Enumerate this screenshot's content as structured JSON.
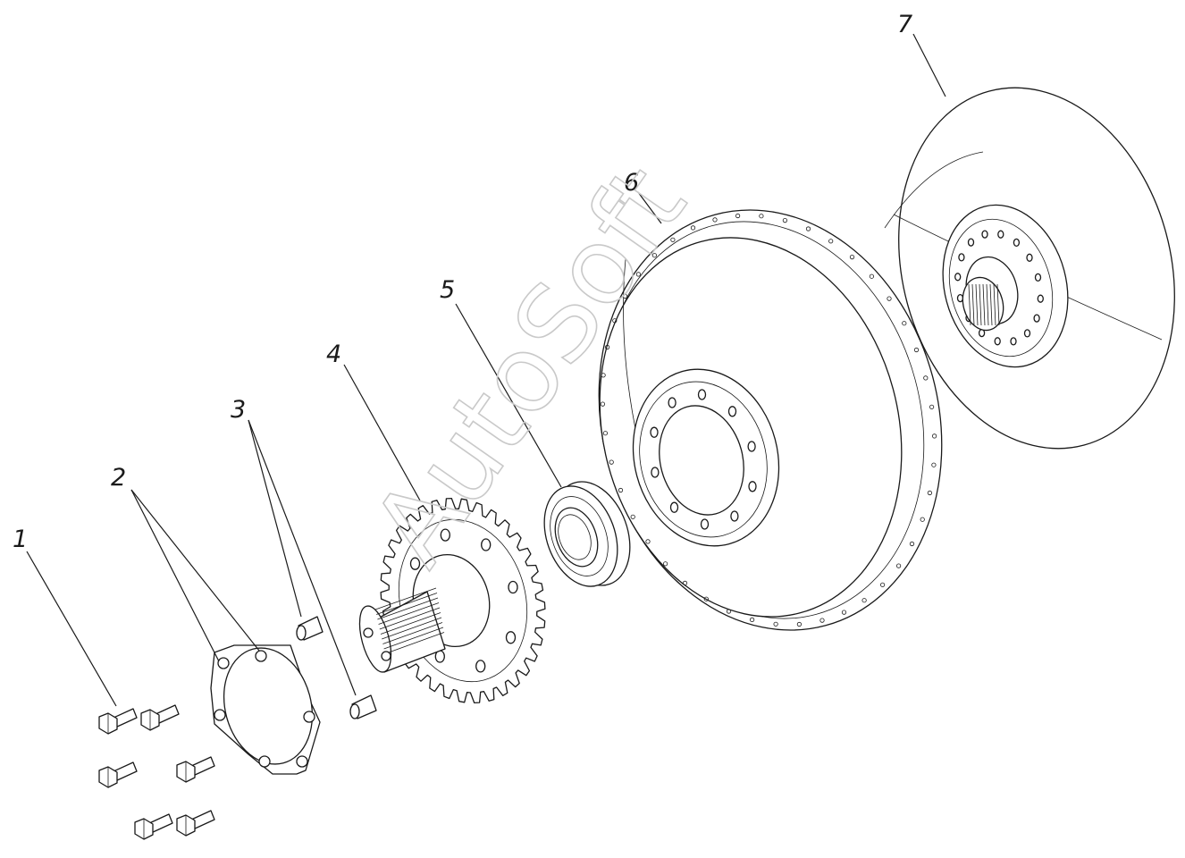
{
  "watermark": "AutoSoft",
  "callouts": [
    {
      "id": "1",
      "label": "1"
    },
    {
      "id": "2",
      "label": "2"
    },
    {
      "id": "3",
      "label": "3"
    },
    {
      "id": "4",
      "label": "4"
    },
    {
      "id": "5",
      "label": "5"
    },
    {
      "id": "6",
      "label": "6"
    },
    {
      "id": "7",
      "label": "7"
    }
  ],
  "colors": {
    "line": "#1a1a1a",
    "background": "#ffffff",
    "watermark": "#c9c9c9"
  }
}
